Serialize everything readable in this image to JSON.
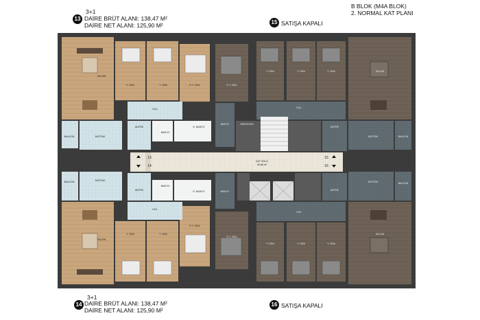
{
  "header": {
    "block_title": "B BLOK (M4A BLOK)",
    "plan_title": "2. NORMAL KAT PLANI"
  },
  "unit_13": {
    "number": "13",
    "type": "3+1",
    "gross": "DAİRE BRÜT ALANI: 138,47 M²",
    "net": "DAİRE NET ALANI: 125,90 M²"
  },
  "unit_14": {
    "number": "14",
    "type": "3+1",
    "gross": "DAİRE BRÜT ALANI: 138,47 M²",
    "net": "DAİRE NET ALANI: 125,90 M²"
  },
  "unit_15": {
    "number": "15",
    "status": "SATIŞA KAPALI"
  },
  "unit_16": {
    "number": "16",
    "status": "SATIŞA KAPALI"
  },
  "corridor": {
    "label": "KAT HOLÜ",
    "area": "30,68 m²",
    "n13": "13",
    "n14": "14",
    "n15": "15",
    "n16": "16"
  },
  "rooms": {
    "salon": "SALON",
    "yoda": "Y. ODA",
    "eyoda": "E.Y. ODA",
    "hol": "HOL",
    "antre": "ANTRE",
    "banyo": "BANYO",
    "ebanyo": "E. BANYO",
    "mutfak": "MUTFAK",
    "balkon": "BALKON",
    "merdiven": "MERDİVEN"
  },
  "colors": {
    "wood": "#c7a47c",
    "tile": "#cfe0e6",
    "dark_wood": "#6d6154",
    "dark_tile": "#5e6a70",
    "wall": "#3a3a3a",
    "corridor": "#e9e3d6"
  }
}
